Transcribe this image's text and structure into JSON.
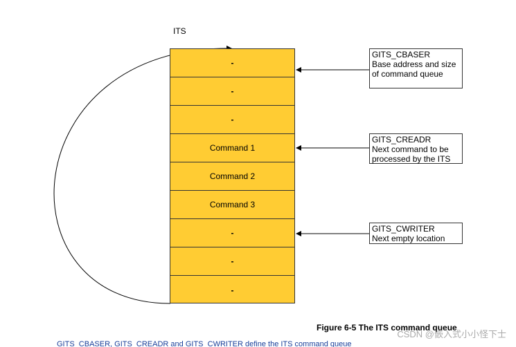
{
  "diagram": {
    "its_label": "ITS",
    "queue_slots": [
      "-",
      "-",
      "-",
      "Command 1",
      "Command 2",
      "Command 3",
      "-",
      "-",
      "-"
    ],
    "registers": [
      {
        "name": "GITS_CBASER",
        "description": "Base address and size of command queue"
      },
      {
        "name": "GITS_CREADR",
        "description": "Next command to be processed by the ITS"
      },
      {
        "name": "GITS_CWRITER",
        "description": "Next empty location"
      }
    ],
    "caption": "Figure 6-5 The ITS command queue",
    "footer_text": "GITS_CBASER, GITS_CREADR and GITS_CWRITER define the ITS command queue",
    "watermark": "CSDN @嵌入式小小怪下士"
  },
  "colors": {
    "slot_fill": "#ffcc33",
    "border": "#333333",
    "footer_link": "#1a3f9a"
  }
}
